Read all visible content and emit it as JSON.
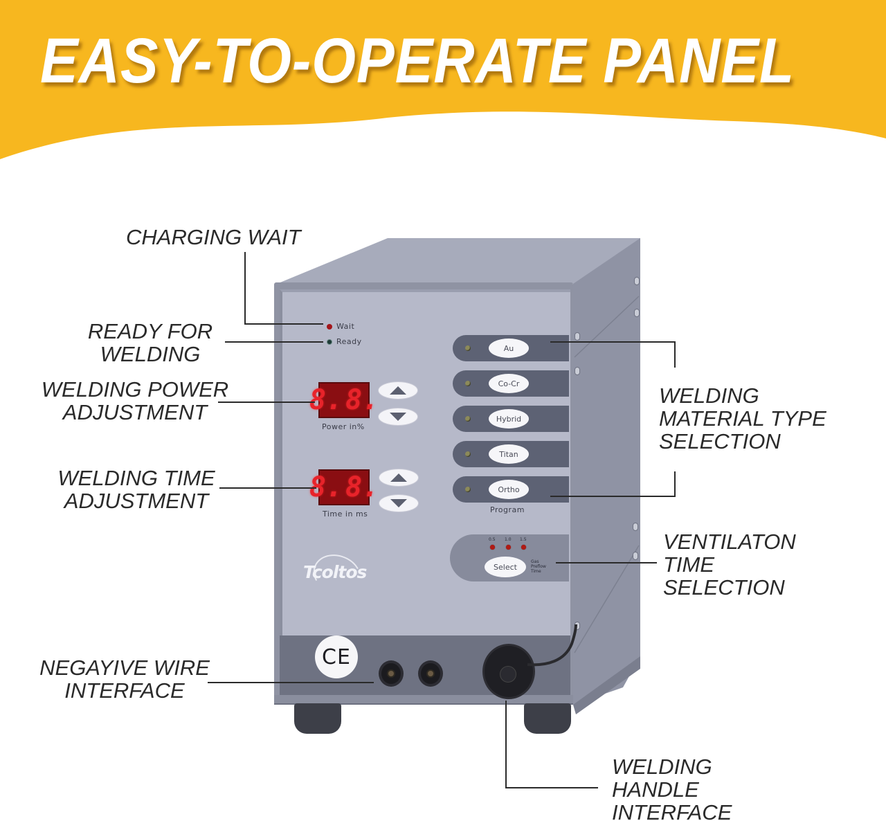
{
  "banner": {
    "title": "EASY-TO-OPERATE PANEL",
    "background_color": "#f7b71f",
    "text_color": "#ffffff"
  },
  "callouts": {
    "charging_wait": "CHARGING WAIT",
    "ready_line1": "READY FOR",
    "ready_line2": "WELDING",
    "power_line1": "WELDING POWER",
    "power_line2": "ADJUSTMENT",
    "time_line1": "WELDING TIME",
    "time_line2": "ADJUSTMENT",
    "negative_line1": "NEGAYIVE WIRE",
    "negative_line2": "INTERFACE",
    "material_line1": "WELDING",
    "material_line2": "MATERIAL TYPE",
    "material_line3": "SELECTION",
    "vent_line1": "VENTILATON",
    "vent_line2": "TIME",
    "vent_line3": "SELECTION",
    "handle_line1": "WELDING",
    "handle_line2": "HANDLE",
    "handle_line3": "INTERFACE"
  },
  "panel": {
    "indicators": {
      "wait_label": "Wait",
      "ready_label": "Ready",
      "wait_color": "#a3151a",
      "ready_color": "#1d3a36"
    },
    "power_display": {
      "digits": [
        "8.",
        "8."
      ],
      "caption": "Power  in%"
    },
    "time_display": {
      "digits": [
        "8.",
        "8."
      ],
      "caption": "Time  in  ms"
    },
    "programs": [
      {
        "label": "Au"
      },
      {
        "label": "Co-Cr"
      },
      {
        "label": "Hybrid"
      },
      {
        "label": "Titan"
      },
      {
        "label": "Ortho"
      }
    ],
    "program_caption": "Program",
    "ventilation": {
      "ticks": [
        "0.5",
        "1.0",
        "1.5"
      ],
      "select_label": "Select",
      "sub_line1": "Gas",
      "sub_line2": "Preflow",
      "sub_line3": "Time"
    },
    "brand": "Tcoltos",
    "ce_mark": "CE"
  }
}
